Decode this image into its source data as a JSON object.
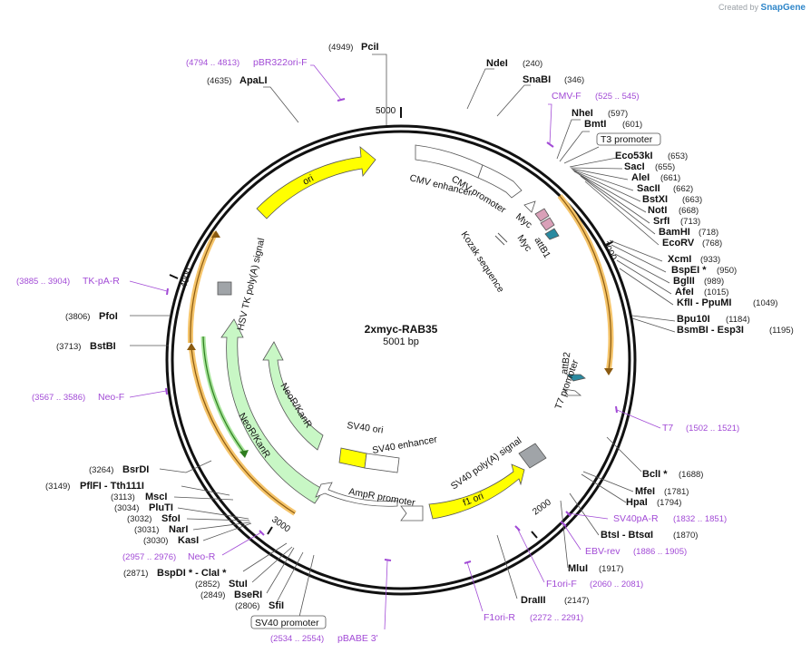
{
  "brand": {
    "prefix": "Created by",
    "name": "SnapGene"
  },
  "plasmid": {
    "name": "2xmyc-RAB35",
    "length_label": "5001 bp",
    "length": 5001
  },
  "ticks": [
    {
      "pos": 1000,
      "label": "1000"
    },
    {
      "pos": 2000,
      "label": "2000"
    },
    {
      "pos": 3000,
      "label": "3000"
    },
    {
      "pos": 4000,
      "label": "4000"
    },
    {
      "pos": 5000,
      "label": "5000"
    }
  ],
  "enzymes": [
    {
      "name": "PciI",
      "pos": "(4949)"
    },
    {
      "name": "NdeI",
      "pos": "(240)"
    },
    {
      "name": "SnaBI",
      "pos": "(346)"
    },
    {
      "name": "ApaLI",
      "pos": "(4635)"
    },
    {
      "name": "NheI",
      "pos": "(597)"
    },
    {
      "name": "BmtI",
      "pos": "(601)"
    },
    {
      "name": "Eco53kI",
      "pos": "(653)"
    },
    {
      "name": "SacI",
      "pos": "(655)"
    },
    {
      "name": "AleI",
      "pos": "(661)"
    },
    {
      "name": "SacII",
      "pos": "(662)"
    },
    {
      "name": "BstXI",
      "pos": "(663)"
    },
    {
      "name": "NotI",
      "pos": "(668)"
    },
    {
      "name": "SrfI",
      "pos": "(713)"
    },
    {
      "name": "BamHI",
      "pos": "(718)"
    },
    {
      "name": "EcoRV",
      "pos": "(768)"
    },
    {
      "name": "XcmI",
      "pos": "(933)"
    },
    {
      "name": "BspEI *",
      "pos": "(950)"
    },
    {
      "name": "BglII",
      "pos": "(989)"
    },
    {
      "name": "AfeI",
      "pos": "(1015)"
    },
    {
      "name": "KflI  - PpuMI",
      "pos": "(1049)"
    },
    {
      "name": "Bpu10I",
      "pos": "(1184)"
    },
    {
      "name": "BsmBI  - Esp3I",
      "pos": "(1195)"
    },
    {
      "name": "BclI *",
      "pos": "(1688)"
    },
    {
      "name": "MfeI",
      "pos": "(1781)"
    },
    {
      "name": "HpaI",
      "pos": "(1794)"
    },
    {
      "name": "BtsI  - BtsαI",
      "pos": "(1870)"
    },
    {
      "name": "MluI",
      "pos": "(1917)"
    },
    {
      "name": "DraIII",
      "pos": "(2147)"
    },
    {
      "name": "PfoI",
      "pos": "(3806)"
    },
    {
      "name": "BstBI",
      "pos": "(3713)"
    },
    {
      "name": "BsrDI",
      "pos": "(3264)"
    },
    {
      "name": "PflFI  - Tth111I",
      "pos": "(3149)"
    },
    {
      "name": "MscI",
      "pos": "(3113)"
    },
    {
      "name": "PluTI",
      "pos": "(3034)"
    },
    {
      "name": "SfoI",
      "pos": "(3032)"
    },
    {
      "name": "NarI",
      "pos": "(3031)"
    },
    {
      "name": "KasI",
      "pos": "(3030)"
    },
    {
      "name": "BspDI *  - ClaI *",
      "pos": "(2871)"
    },
    {
      "name": "StuI",
      "pos": "(2852)"
    },
    {
      "name": "BseRI",
      "pos": "(2849)"
    },
    {
      "name": "SfiI",
      "pos": "(2806)"
    }
  ],
  "primers": [
    {
      "name": "pBR322ori-F",
      "pos": "(4794 .. 4813)"
    },
    {
      "name": "CMV-F",
      "pos": "(525 .. 545)"
    },
    {
      "name": "TK-pA-R",
      "pos": "(3885 .. 3904)"
    },
    {
      "name": "Neo-F",
      "pos": "(3567 .. 3586)"
    },
    {
      "name": "T7",
      "pos": "(1502 .. 1521)"
    },
    {
      "name": "SV40pA-R",
      "pos": "(1832 .. 1851)"
    },
    {
      "name": "EBV-rev",
      "pos": "(1886 .. 1905)"
    },
    {
      "name": "F1ori-F",
      "pos": "(2060 .. 2081)"
    },
    {
      "name": "F1ori-R",
      "pos": "(2272 .. 2291)"
    },
    {
      "name": "Neo-R",
      "pos": "(2957 .. 2976)"
    },
    {
      "name": "pBABE 3'",
      "pos": "(2534 .. 2554)"
    }
  ],
  "boxed_labels": [
    {
      "name": "T3 promoter"
    },
    {
      "name": "SV40 promoter"
    }
  ],
  "features": [
    {
      "name": "ori",
      "color": "#ffff00"
    },
    {
      "name": "CMV enhancer"
    },
    {
      "name": "CMV promoter"
    },
    {
      "name": "Myc",
      "color": "#d9a0b8"
    },
    {
      "name": "Myc",
      "color": "#d9a0b8"
    },
    {
      "name": "attB1",
      "color": "#2a8aa0"
    },
    {
      "name": "Kozak sequence"
    },
    {
      "name": "HSV TK poly(A) signal"
    },
    {
      "name": "attB2",
      "color": "#2a8aa0"
    },
    {
      "name": "T7 promoter"
    },
    {
      "name": "NeoR/KanR",
      "color": "#c8f7c5"
    },
    {
      "name": "NeoR/KanR",
      "color": "#c8f7c5"
    },
    {
      "name": "SV40 ori",
      "color": "#ffff00"
    },
    {
      "name": "SV40 enhancer"
    },
    {
      "name": "SV40 poly(A) signal",
      "color": "#a0a4a8"
    },
    {
      "name": "f1 ori",
      "color": "#ffff00"
    },
    {
      "name": "AmpR promoter"
    }
  ],
  "colors": {
    "orf_outer": "#f5c46a",
    "orf_inner": "#8a5a10",
    "green_orf": "#2e7d1f",
    "primer": "#a24bd6"
  }
}
